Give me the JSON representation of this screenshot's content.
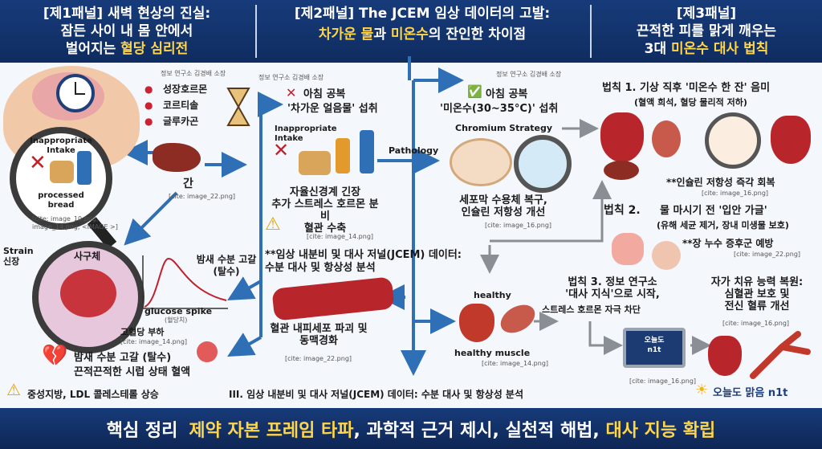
{
  "header": {
    "panel1_title": "[제1패널] 새벽 현상의 진실:",
    "panel1_line2": "잠든 사이 내 몸 안에서",
    "panel1_line3_pre": "벌어지는 ",
    "panel1_line3_hl": "혈당 심리전",
    "panel2_title": "[제2패널] The JCEM 임상 데이터의 고발:",
    "panel2_hl1": "차가운 물",
    "panel2_mid": "과 ",
    "panel2_hl2": "미온수",
    "panel2_end": "의 잔인한 차이점",
    "panel3_title": "[제3패널]",
    "panel3_line2": "끈적한 피를 맑게 깨우는",
    "panel3_line3_pre": "3대 ",
    "panel3_line3_hl": "미온수 대사 법칙"
  },
  "panel1": {
    "credit": "정보 연구소 김경배 소장",
    "hormone1": "성장호르몬",
    "hormone2": "코르티솔",
    "hormone3": "글루카곤",
    "inappropriate": "Inappropriate\nIntake",
    "processed": "processed\nbread",
    "cite1": "[cite: image_10.png,\nimage_14.png, <IMAGE >]",
    "liver_label": "간",
    "liver_cite": "[cite: image_22.png]",
    "strain": "Strain\n신장",
    "kidney": "사구체",
    "overload": "고혈당 부하",
    "kidney_cite": "[cite: image_14.png]",
    "dehydration_label": "밤새 수분 고갈\n(탈수)",
    "glucose_spike": "glucose spike",
    "glucose_sub": "(혈당치)",
    "dehydration2": "밤새 수분 고갈 (탈수)",
    "syrup": "끈적끈적한 시럽 상태 혈액",
    "warning": "중성지방, LDL 콜레스테롤 상승"
  },
  "panel2": {
    "credit": "정보 연구소 김경배 소장",
    "cold_title": "아침 공복",
    "cold_sub": "'차가운 얼음물' 섭취",
    "inappropriate": "Inappropriate\nIntake",
    "stress": "자율신경계 긴장\n추가 스트레스 호르몬 분비\n혈관 수축",
    "stress_cite": "[cite: image_14.png]",
    "pathology": "Pathology",
    "warm_title": "아침 공복",
    "warm_sub": "'미온수(30~35°C)' 섭취",
    "chromium": "Chromium Strategy",
    "cell_effect": "세포막 수용체 복구,\n인슐린 저항성 개선",
    "cell_cite": "[cite: image_16.png]",
    "jcem_note": "**임상 내분비 및 대사 저널(JCEM) 데이터:\n수분 대사 및 항상성 분석",
    "vessel": "혈관 내피세포 파괴 및\n동맥경화",
    "vessel_cite": "[cite: image_22.png]",
    "healthy": "healthy",
    "healthy_muscle": "healthy muscle",
    "muscle_cite": "[cite: image_14.png]",
    "bottom": "III. 임상 내분비 및 대사 저널(JCEM) 데이터: 수분 대사 및 항상성 분석"
  },
  "panel3": {
    "credit": "정보 연구소 김경배 소장",
    "rule1": "법칙 1. 기상 직후 '미온수 한 잔' 음미",
    "rule1_sub": "(혈액 희석, 혈당 물리적 저하)",
    "insulin": "**인슐린 저항성 즉각 회복",
    "insulin_cite": "[cite: image_16.png]",
    "rule2_pre": "법칙 2.",
    "rule2": "물 마시기 전 '입안 가글'",
    "rule2_sub": "(유해 세균 제거, 장내 미생물 보호)",
    "leaky": "**장 누수 증후군 예방",
    "leaky_cite": "[cite: image_22.png]",
    "rule3": "법칙 3. 정보 연구소\n'대사 지식'으로 시작,",
    "rule3_sub": "스트레스 호르몬 자극 차단",
    "monitor_text": "오늘도\nn1t",
    "monitor_cite": "[cite: image_16.png]",
    "healing": "자가 치유 능력 복원:\n심혈관 보호 및\n전신 혈류 개선",
    "healing_cite": "[cite: image_16.png]",
    "logo": "오늘도 맑음 n1t"
  },
  "footer": {
    "core": "핵심 정리",
    "h1": "제약 자본 프레임 타파",
    "t1": ", 과학적 근거 제시, 실천적 해법, ",
    "h2": "대사 지능 확립"
  },
  "colors": {
    "navy": "#173b7a",
    "accent_yellow": "#ffd54a",
    "arrow_blue": "#2f6fb5",
    "red": "#c0202a"
  }
}
